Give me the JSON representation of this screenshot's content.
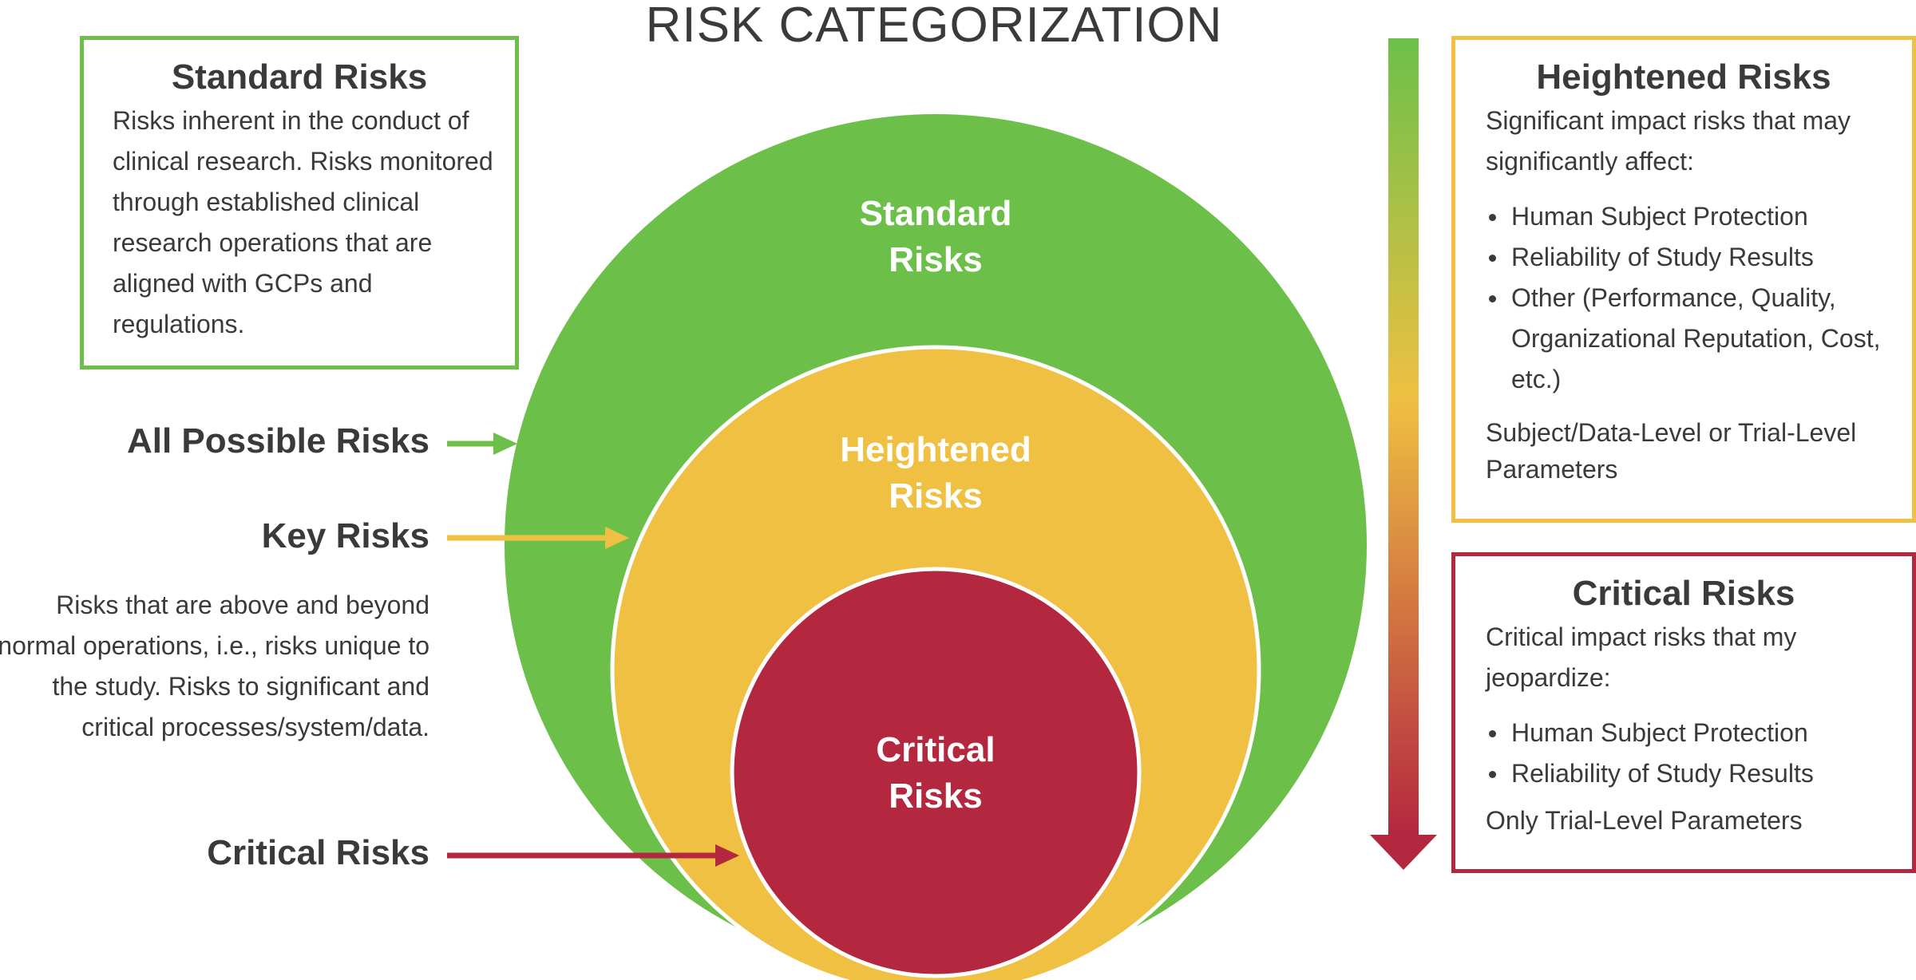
{
  "title": "RISK CATEGORIZATION",
  "colors": {
    "standard": "#6cc04a",
    "heightened": "#efc042",
    "critical": "#b3273f",
    "text": "#3a3a3a"
  },
  "circles": {
    "standard": [
      "Standard",
      "Risks"
    ],
    "heightened": [
      "Heightened",
      "Risks"
    ],
    "critical": [
      "Critical",
      "Risks"
    ]
  },
  "left": {
    "all_possible": "All Possible Risks",
    "key": "Key Risks",
    "key_description": "Risks that are above and beyond normal operations, i.e., risks unique to the study. Risks to significant and critical processes/system/data.",
    "critical": "Critical Risks"
  },
  "standard_box": {
    "heading": "Standard Risks",
    "body": "Risks inherent in the conduct of clinical research. Risks monitored through established clinical research operations that are aligned with GCPs and regulations."
  },
  "heightened_box": {
    "heading": "Heightened Risks",
    "intro": "Significant impact risks that may significantly affect:",
    "bullets": [
      "Human Subject Protection",
      "Reliability of Study Results",
      "Other (Performance, Quality, Organizational Reputation, Cost, etc.)"
    ],
    "params": "Subject/Data-Level or Trial-Level Parameters"
  },
  "critical_box": {
    "heading": "Critical Risks",
    "intro": "Critical impact risks that my jeopardize:",
    "bullets": [
      "Human Subject Protection",
      "Reliability of Study Results"
    ],
    "params": "Only Trial-Level Parameters"
  }
}
